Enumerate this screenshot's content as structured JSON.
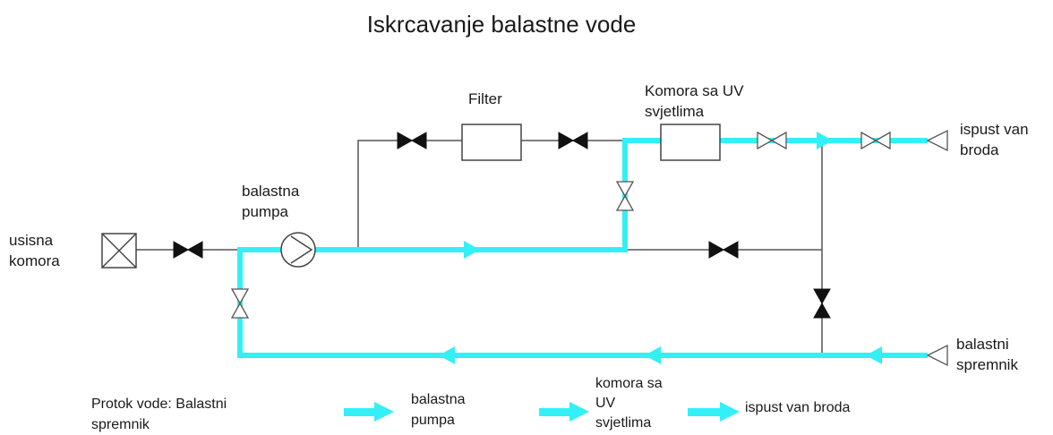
{
  "title": "Iskrcavanje balastne vode",
  "labels": {
    "filter": "Filter",
    "uv_chamber": "Komora sa UV\nsvjetlima",
    "discharge_top": "ispust van\nbroda",
    "pump": "balastna\npumpa",
    "suction_chamber": "usisna\nkomora",
    "ballast_tank": "balastni\nspremnik"
  },
  "legend": {
    "flow_label": "Protok vode: Balastni\nspremnik",
    "steps": [
      "balastna\npumpa",
      "komora sa\nUV\nsvjetlima",
      "ispust van broda"
    ]
  },
  "colors": {
    "flow": "#33f0f6",
    "pipe": "#555555",
    "valve_closed": "#111111"
  }
}
